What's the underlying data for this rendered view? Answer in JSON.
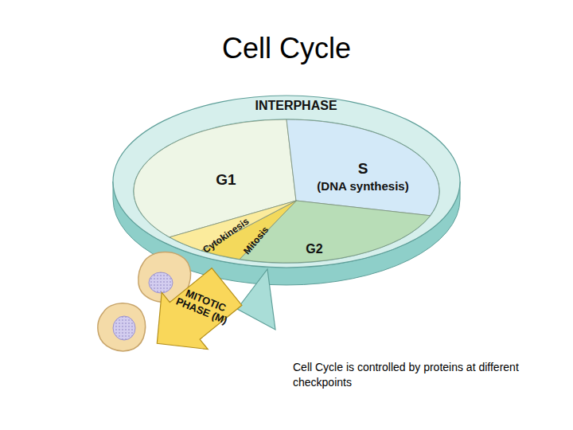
{
  "diagram": {
    "title": "Cell Cycle",
    "caption": "Cell Cycle is controlled by proteins at different checkpoints",
    "nodes": [
      {
        "text": [
          "INTERPHASE"
        ]
      },
      {
        "text": [
          "G1"
        ],
        "in": 0
      },
      {
        "text": [
          "S",
          "(DNA synthesis)"
        ],
        "in": 0
      },
      {
        "text": [
          "G2"
        ],
        "in": 0
      },
      {
        "text": [
          "Mitosis"
        ]
      },
      {
        "text": [
          "Cytokinesis"
        ]
      },
      {
        "text": [
          "MITOTIC PHASE (M)"
        ]
      }
    ]
  }
}
